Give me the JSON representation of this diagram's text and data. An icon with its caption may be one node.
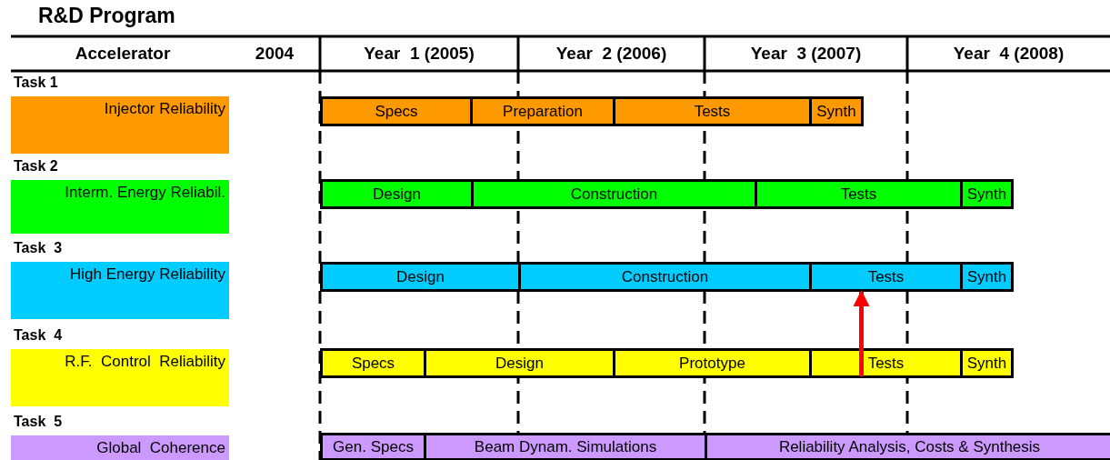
{
  "diagram": {
    "title": "R&D Program",
    "nodes": [
      {
        "text": [
          "Injector Reliability"
        ],
        "beside": [
          "Task 1"
        ]
      },
      {
        "text": [
          "Specs"
        ]
      },
      {
        "text": [
          "Preparation"
        ]
      },
      {
        "text": [
          "Tests"
        ]
      },
      {
        "text": [
          "Synth"
        ]
      },
      {
        "text": [
          "Interm. Energy Reliabil."
        ],
        "beside": [
          "Task 2"
        ]
      },
      {
        "text": [
          "Design"
        ]
      },
      {
        "text": [
          "Construction"
        ]
      },
      {
        "text": [
          "Tests"
        ]
      },
      {
        "text": [
          "Synth"
        ]
      },
      {
        "text": [
          "High Energy Reliability"
        ],
        "beside": [
          "Task  3"
        ]
      },
      {
        "text": [
          "Design"
        ]
      },
      {
        "text": [
          "Construction"
        ]
      },
      {
        "text": [
          "Tests"
        ]
      },
      {
        "text": [
          "Synth"
        ]
      },
      {
        "text": [
          "R.F.  Control  Reliability"
        ],
        "beside": [
          "Task  4"
        ]
      },
      {
        "text": [
          "Specs"
        ]
      },
      {
        "text": [
          "Design"
        ]
      },
      {
        "text": [
          "Prototype"
        ]
      },
      {
        "text": [
          "Tests"
        ]
      },
      {
        "text": [
          "Synth"
        ]
      },
      {
        "text": [
          "Global  Coherence"
        ],
        "beside": [
          "Task  5"
        ]
      },
      {
        "text": [
          "Gen. Specs"
        ]
      },
      {
        "text": [
          "Beam Dynam. Simulations"
        ]
      },
      {
        "text": [
          "Reliability Analysis, Costs & Synthesis"
        ]
      }
    ],
    "edges": [
      {
        "from": 19,
        "to": 13,
        "arrow": "to",
        "color": "#ff0000"
      }
    ],
    "labels": [
      "Accelerator",
      "2004",
      "Year  1 (2005)",
      "Year  2 (2006)",
      "Year  3 (2007)",
      "Year  4 (2008)"
    ]
  }
}
